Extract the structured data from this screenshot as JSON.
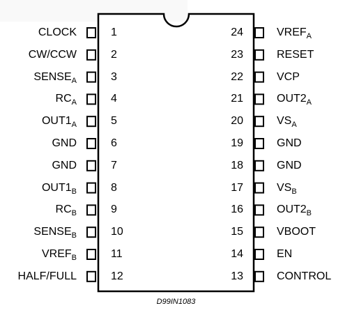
{
  "pins": [
    {
      "number": "1",
      "name": "CLOCK",
      "sub": ""
    },
    {
      "number": "2",
      "name": "CW/CCW",
      "sub": ""
    },
    {
      "number": "3",
      "name": "SENSE",
      "sub": "A"
    },
    {
      "number": "4",
      "name": "RC",
      "sub": "A"
    },
    {
      "number": "5",
      "name": "OUT1",
      "sub": "A"
    },
    {
      "number": "6",
      "name": "GND",
      "sub": ""
    },
    {
      "number": "7",
      "name": "GND",
      "sub": ""
    },
    {
      "number": "8",
      "name": "OUT1",
      "sub": "B"
    },
    {
      "number": "9",
      "name": "RC",
      "sub": "B"
    },
    {
      "number": "10",
      "name": "SENSE",
      "sub": "B"
    },
    {
      "number": "11",
      "name": "VREF",
      "sub": "B"
    },
    {
      "number": "12",
      "name": "HALF/FULL",
      "sub": ""
    },
    {
      "number": "13",
      "name": "CONTROL",
      "sub": ""
    },
    {
      "number": "14",
      "name": "EN",
      "sub": ""
    },
    {
      "number": "15",
      "name": "VBOOT",
      "sub": ""
    },
    {
      "number": "16",
      "name": "OUT2",
      "sub": "B"
    },
    {
      "number": "17",
      "name": "VS",
      "sub": "B"
    },
    {
      "number": "18",
      "name": "GND",
      "sub": ""
    },
    {
      "number": "19",
      "name": "GND",
      "sub": ""
    },
    {
      "number": "20",
      "name": "VS",
      "sub": "A"
    },
    {
      "number": "21",
      "name": "OUT2",
      "sub": "A"
    },
    {
      "number": "22",
      "name": "VCP",
      "sub": ""
    },
    {
      "number": "23",
      "name": "RESET",
      "sub": ""
    },
    {
      "number": "24",
      "name": "VREF",
      "sub": "A"
    }
  ],
  "footer": "D99IN1083"
}
